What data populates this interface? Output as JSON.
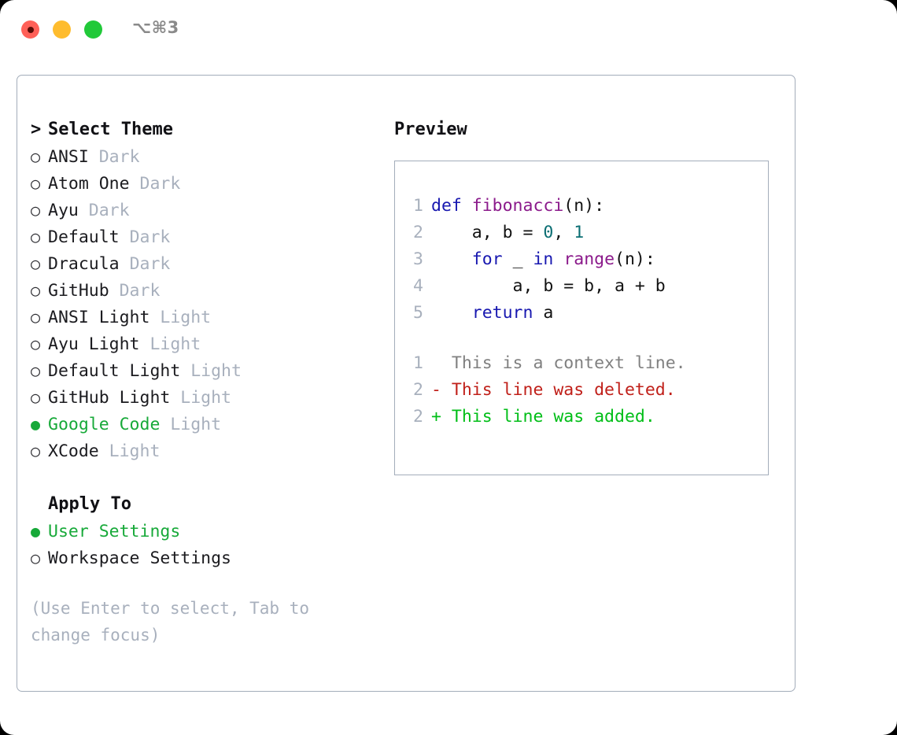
{
  "titlebar": {
    "shortcut": "⌥⌘3",
    "buttons": [
      {
        "name": "close",
        "color": "#FF6058"
      },
      {
        "name": "minimize",
        "color": "#FEBC2E"
      },
      {
        "name": "zoom",
        "color": "#21C939"
      }
    ]
  },
  "left": {
    "prompt_caret": ">",
    "header": "Select Theme",
    "bullet_unselected": "○",
    "bullet_selected": "●",
    "themes": [
      {
        "name": "ANSI",
        "variant": "Dark",
        "selected": false
      },
      {
        "name": "Atom One",
        "variant": "Dark",
        "selected": false
      },
      {
        "name": "Ayu",
        "variant": "Dark",
        "selected": false
      },
      {
        "name": "Default",
        "variant": "Dark",
        "selected": false
      },
      {
        "name": "Dracula",
        "variant": "Dark",
        "selected": false
      },
      {
        "name": "GitHub",
        "variant": "Dark",
        "selected": false
      },
      {
        "name": "ANSI Light",
        "variant": "Light",
        "selected": false
      },
      {
        "name": "Ayu Light",
        "variant": "Light",
        "selected": false
      },
      {
        "name": "Default Light",
        "variant": "Light",
        "selected": false
      },
      {
        "name": "GitHub Light",
        "variant": "Light",
        "selected": false
      },
      {
        "name": "Google Code",
        "variant": "Light",
        "selected": true
      },
      {
        "name": "XCode",
        "variant": "Light",
        "selected": false
      }
    ],
    "apply_to_header": "Apply To",
    "apply_options": [
      {
        "name": "User Settings",
        "selected": true
      },
      {
        "name": "Workspace Settings",
        "selected": false
      }
    ],
    "hint": "(Use Enter to select, Tab to change focus)"
  },
  "right": {
    "title": "Preview",
    "code_lines": [
      {
        "num": "1",
        "tokens": [
          {
            "t": "def ",
            "c": "kw"
          },
          {
            "t": "fibonacci",
            "c": "fn"
          },
          {
            "t": "(n):",
            "c": "pln"
          }
        ]
      },
      {
        "num": "2",
        "tokens": [
          {
            "t": "    a, b = ",
            "c": "pln"
          },
          {
            "t": "0",
            "c": "num"
          },
          {
            "t": ", ",
            "c": "pln"
          },
          {
            "t": "1",
            "c": "num"
          }
        ]
      },
      {
        "num": "3",
        "tokens": [
          {
            "t": "    ",
            "c": "pln"
          },
          {
            "t": "for",
            "c": "kw"
          },
          {
            "t": " _ ",
            "c": "pln"
          },
          {
            "t": "in",
            "c": "kw"
          },
          {
            "t": " ",
            "c": "pln"
          },
          {
            "t": "range",
            "c": "fn"
          },
          {
            "t": "(n):",
            "c": "pln"
          }
        ]
      },
      {
        "num": "4",
        "tokens": [
          {
            "t": "        a, b = b, a + b",
            "c": "pln"
          }
        ]
      },
      {
        "num": "5",
        "tokens": [
          {
            "t": "    ",
            "c": "pln"
          },
          {
            "t": "return",
            "c": "kw"
          },
          {
            "t": " a",
            "c": "pln"
          }
        ]
      }
    ],
    "diff_lines": [
      {
        "num": "1",
        "marker": "  ",
        "text": "This is a context line.",
        "kind": "ctx"
      },
      {
        "num": "2",
        "marker": "- ",
        "text": "This line was deleted.",
        "kind": "del"
      },
      {
        "num": "2",
        "marker": "+ ",
        "text": "This line was added.",
        "kind": "add"
      }
    ]
  },
  "colors": {
    "accent_green": "#17A939",
    "muted": "#A8B0BD",
    "border": "#A3ADBA",
    "keyword": "#1818B0",
    "function": "#8B1A8B",
    "number": "#0B6E73",
    "diff_delete": "#C0201A",
    "diff_add": "#00BE17"
  }
}
